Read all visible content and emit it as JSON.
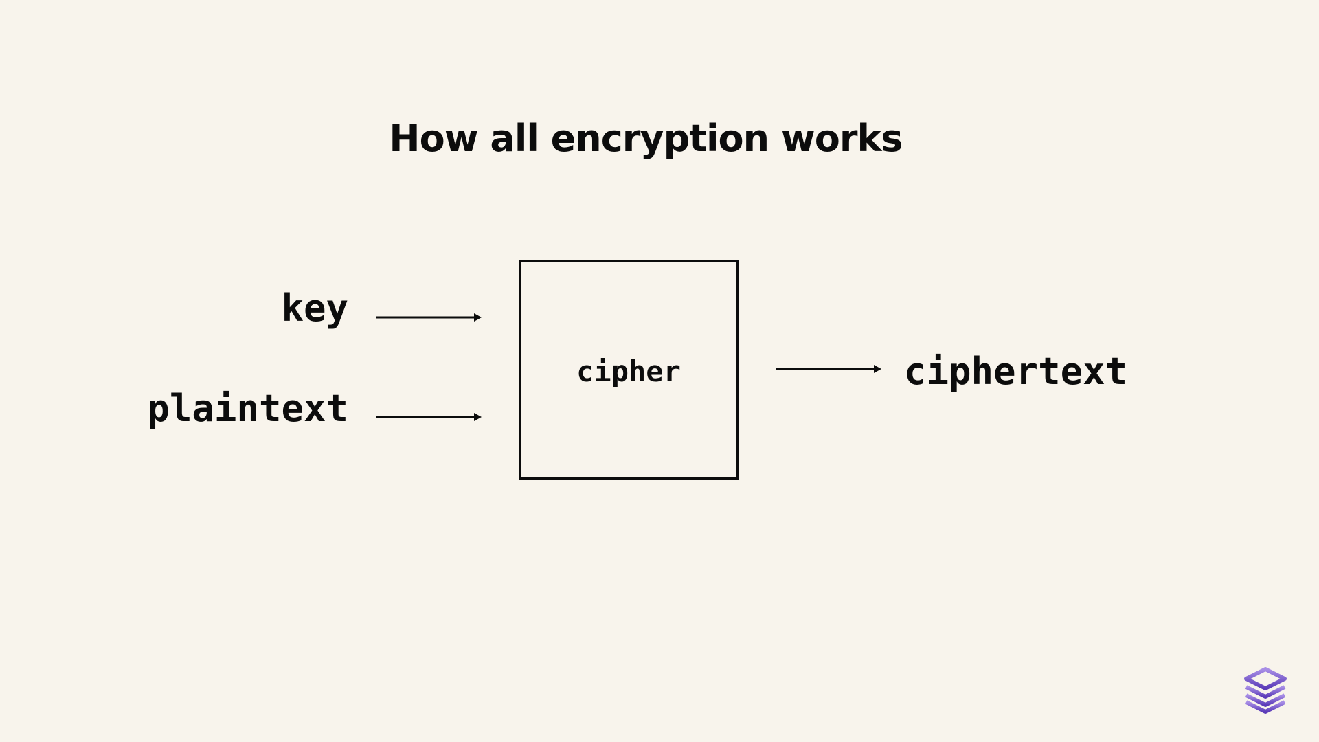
{
  "title": "How all encryption works",
  "diagram": {
    "inputs": {
      "key": "key",
      "plaintext": "plaintext"
    },
    "process": "cipher",
    "output": "ciphertext"
  },
  "colors": {
    "background": "#f8f4ec",
    "ink": "#0c0c0c",
    "logo_light": "#a88ee6",
    "logo_dark": "#6a48c4"
  },
  "icons": {
    "brand_logo": "stacked-layers-logo"
  }
}
